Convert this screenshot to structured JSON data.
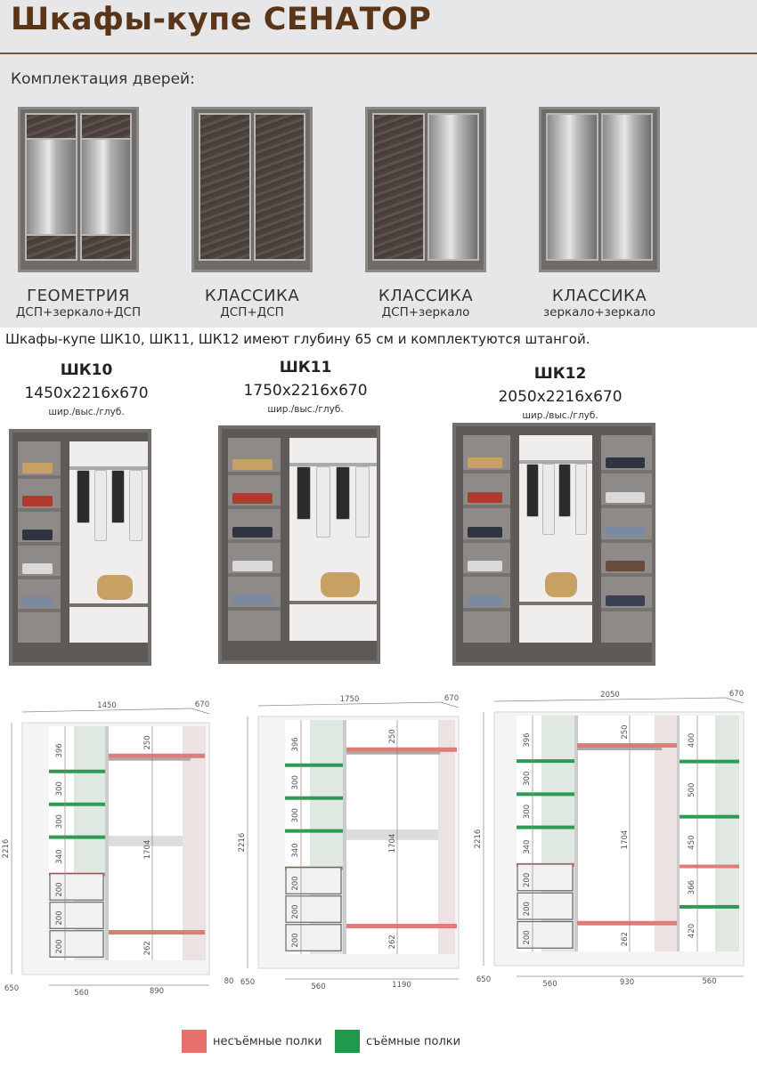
{
  "header": {
    "title": "Шкафы-купе СЕНАТОР",
    "doors_heading": "Комплектация дверей:"
  },
  "door_options": [
    {
      "name": "ГЕОМЕТРИЯ",
      "desc": "ДСП+зеркало+ДСП",
      "doors": [
        "geo",
        "geo"
      ]
    },
    {
      "name": "КЛАССИКА",
      "desc": "ДСП+ДСП",
      "doors": [
        "dsp",
        "dsp"
      ]
    },
    {
      "name": "КЛАССИКА",
      "desc": "ДСП+зеркало",
      "doors": [
        "dsp",
        "mir"
      ]
    },
    {
      "name": "КЛАССИКА",
      "desc": "зеркало+зеркало",
      "doors": [
        "mir",
        "mir"
      ]
    }
  ],
  "note": "Шкафы-купе ШК10, ШК11, ШК12 имеют глубину 65 см и комплектуются штангой.",
  "models": [
    {
      "name": "ШК10",
      "dims": "1450x2216x670",
      "units": "шир./выс./глуб.",
      "schematic": {
        "width": "1450",
        "depth_top": "670",
        "height": "2216",
        "depth_bottom": "650",
        "col_left": "560",
        "col_right": "890",
        "plinth": "80",
        "left_heights": [
          "396",
          "300",
          "300",
          "340",
          "200",
          "200",
          "200"
        ],
        "right_heights": [
          "250",
          "1704",
          "262"
        ]
      }
    },
    {
      "name": "ШК11",
      "dims": "1750x2216x670",
      "units": "шир./выс./глуб.",
      "schematic": {
        "width": "1750",
        "depth_top": "670",
        "height": "2216",
        "depth_bottom": "650",
        "col_left": "560",
        "col_right": "1190",
        "left_heights": [
          "396",
          "300",
          "300",
          "340",
          "200",
          "200",
          "200"
        ],
        "right_heights": [
          "250",
          "1704",
          "262"
        ]
      }
    },
    {
      "name": "ШК12",
      "dims": "2050x2216x670",
      "units": "шир./выс./глуб.",
      "schematic": {
        "width": "2050",
        "depth_top": "670",
        "height": "2216",
        "depth_bottom": "650",
        "col_left": "560",
        "col_mid": "930",
        "col_right": "560",
        "left_heights": [
          "396",
          "300",
          "300",
          "340",
          "200",
          "200",
          "200"
        ],
        "mid_heights": [
          "250",
          "1704",
          "262"
        ],
        "right_heights": [
          "400",
          "500",
          "450",
          "366",
          "420"
        ]
      }
    }
  ],
  "legend": [
    {
      "label": "несъёмные полки",
      "color": "#e8706c"
    },
    {
      "label": "съёмные полки",
      "color": "#1e9a4a"
    }
  ],
  "colors": {
    "fixed_shelf": "#e07c78",
    "removable_shelf": "#2f9a55",
    "title": "#5a3518"
  }
}
